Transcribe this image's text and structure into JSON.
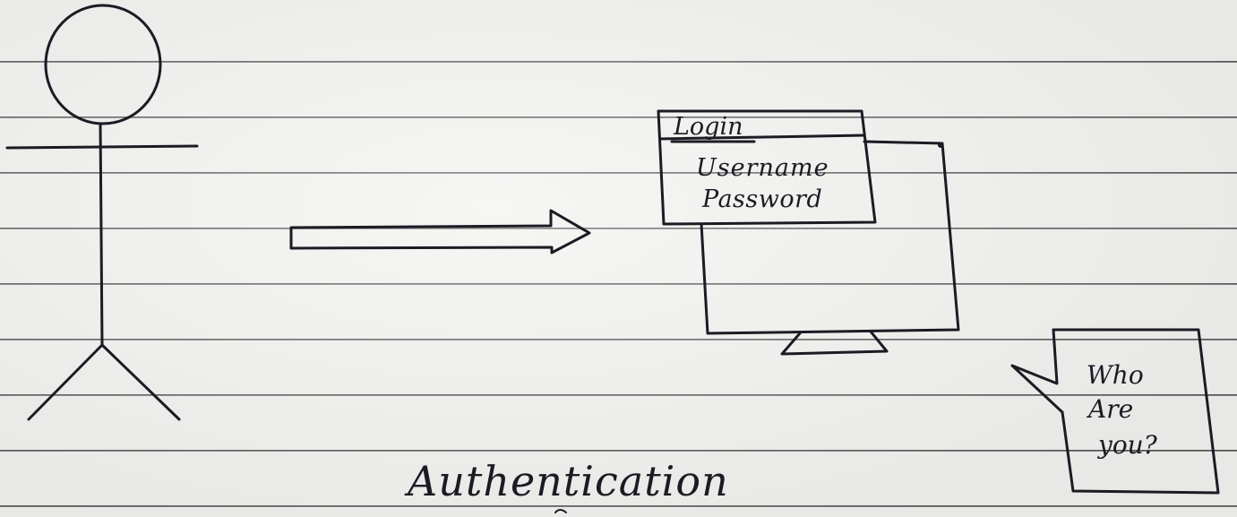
{
  "login_form": {
    "title": "Login",
    "fields": [
      "Username",
      "Password"
    ]
  },
  "speech_bubble": {
    "lines": [
      "Who",
      "Are",
      "you?"
    ]
  },
  "caption": "Authentication",
  "colors": {
    "ink": "#1b1b24",
    "paper": "#f1f1ef",
    "rule_lines": "#5a5a5a"
  }
}
